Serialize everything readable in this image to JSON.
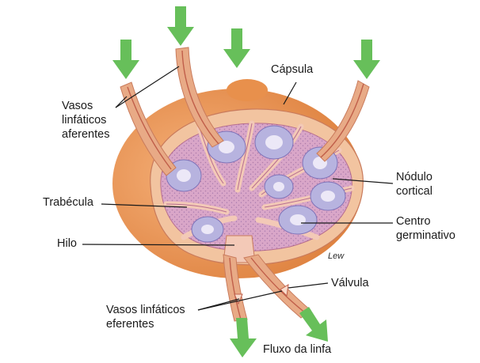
{
  "labels": {
    "capsula": "Cápsula",
    "aferentes": [
      "Vasos",
      "linfáticos",
      "aferentes"
    ],
    "nodulo_cortical": [
      "Nódulo",
      "cortical"
    ],
    "trabecula": "Trabécula",
    "centro_germinativo": [
      "Centro",
      "germinativo"
    ],
    "hilo": "Hilo",
    "valvula": "Válvula",
    "eferentes": [
      "Vasos linfáticos",
      "eferentes"
    ],
    "fluxo": "Fluxo da linfa"
  },
  "signature": "Lew",
  "colors": {
    "capsule_outer": "#e8904c",
    "capsule_inner": "#f2c4a0",
    "cortex": "#d9a6c8",
    "nodule": "#b7b3df",
    "germinal_center": "#ece8f7",
    "trabecula": "#f3c9b7",
    "vessel": "#e8aa86",
    "arrow_green": "#67bf5a",
    "leader_line": "#1a1a1a"
  },
  "icons": {
    "inflow_arrows": "green-down-arrow",
    "outflow_arrows": "green-down-arrow"
  }
}
